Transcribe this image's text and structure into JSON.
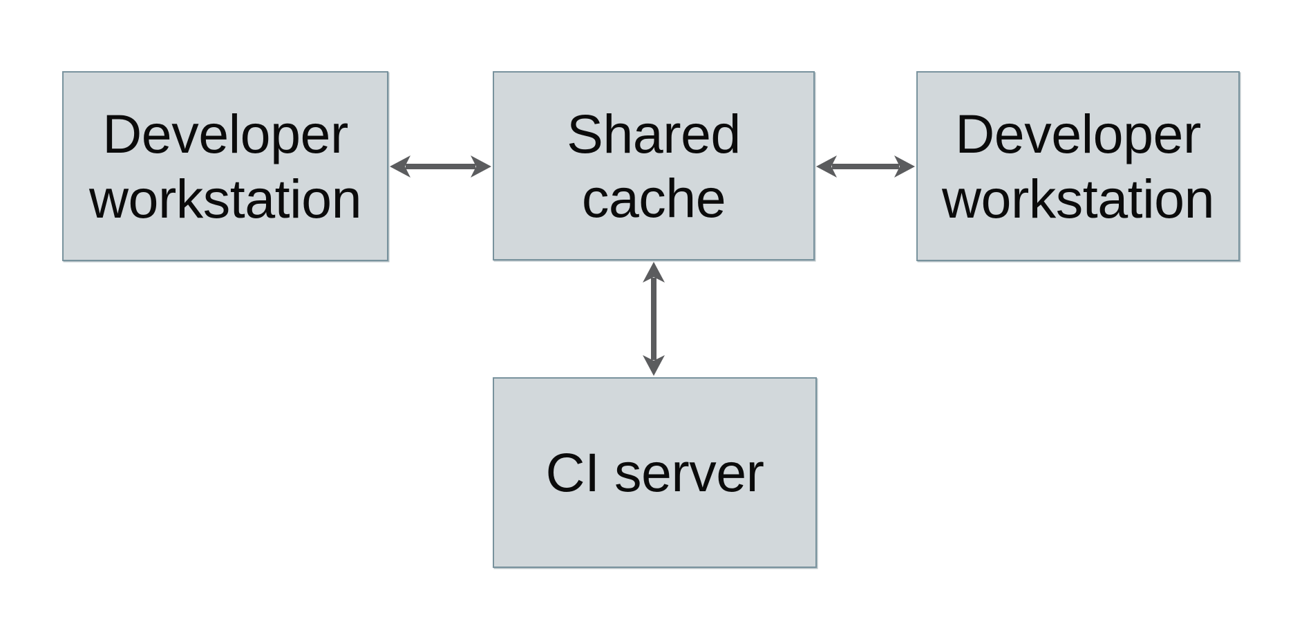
{
  "colors": {
    "background": "#ffffff",
    "box_fill": "#d2d8db",
    "box_border": "#78929d",
    "arrow_color": "#5b5c5e",
    "text_color": "#0b0b0b"
  },
  "nodes": {
    "developer_left": {
      "label": "Developer\nworkstation"
    },
    "shared_cache": {
      "label": "Shared\ncache"
    },
    "developer_right": {
      "label": "Developer\nworkstation"
    },
    "ci_server": {
      "label": "CI server"
    }
  },
  "edges": [
    {
      "from": "developer_left",
      "to": "shared_cache",
      "direction": "bidirectional",
      "orientation": "horizontal"
    },
    {
      "from": "shared_cache",
      "to": "developer_right",
      "direction": "bidirectional",
      "orientation": "horizontal"
    },
    {
      "from": "shared_cache",
      "to": "ci_server",
      "direction": "bidirectional",
      "orientation": "vertical"
    }
  ]
}
